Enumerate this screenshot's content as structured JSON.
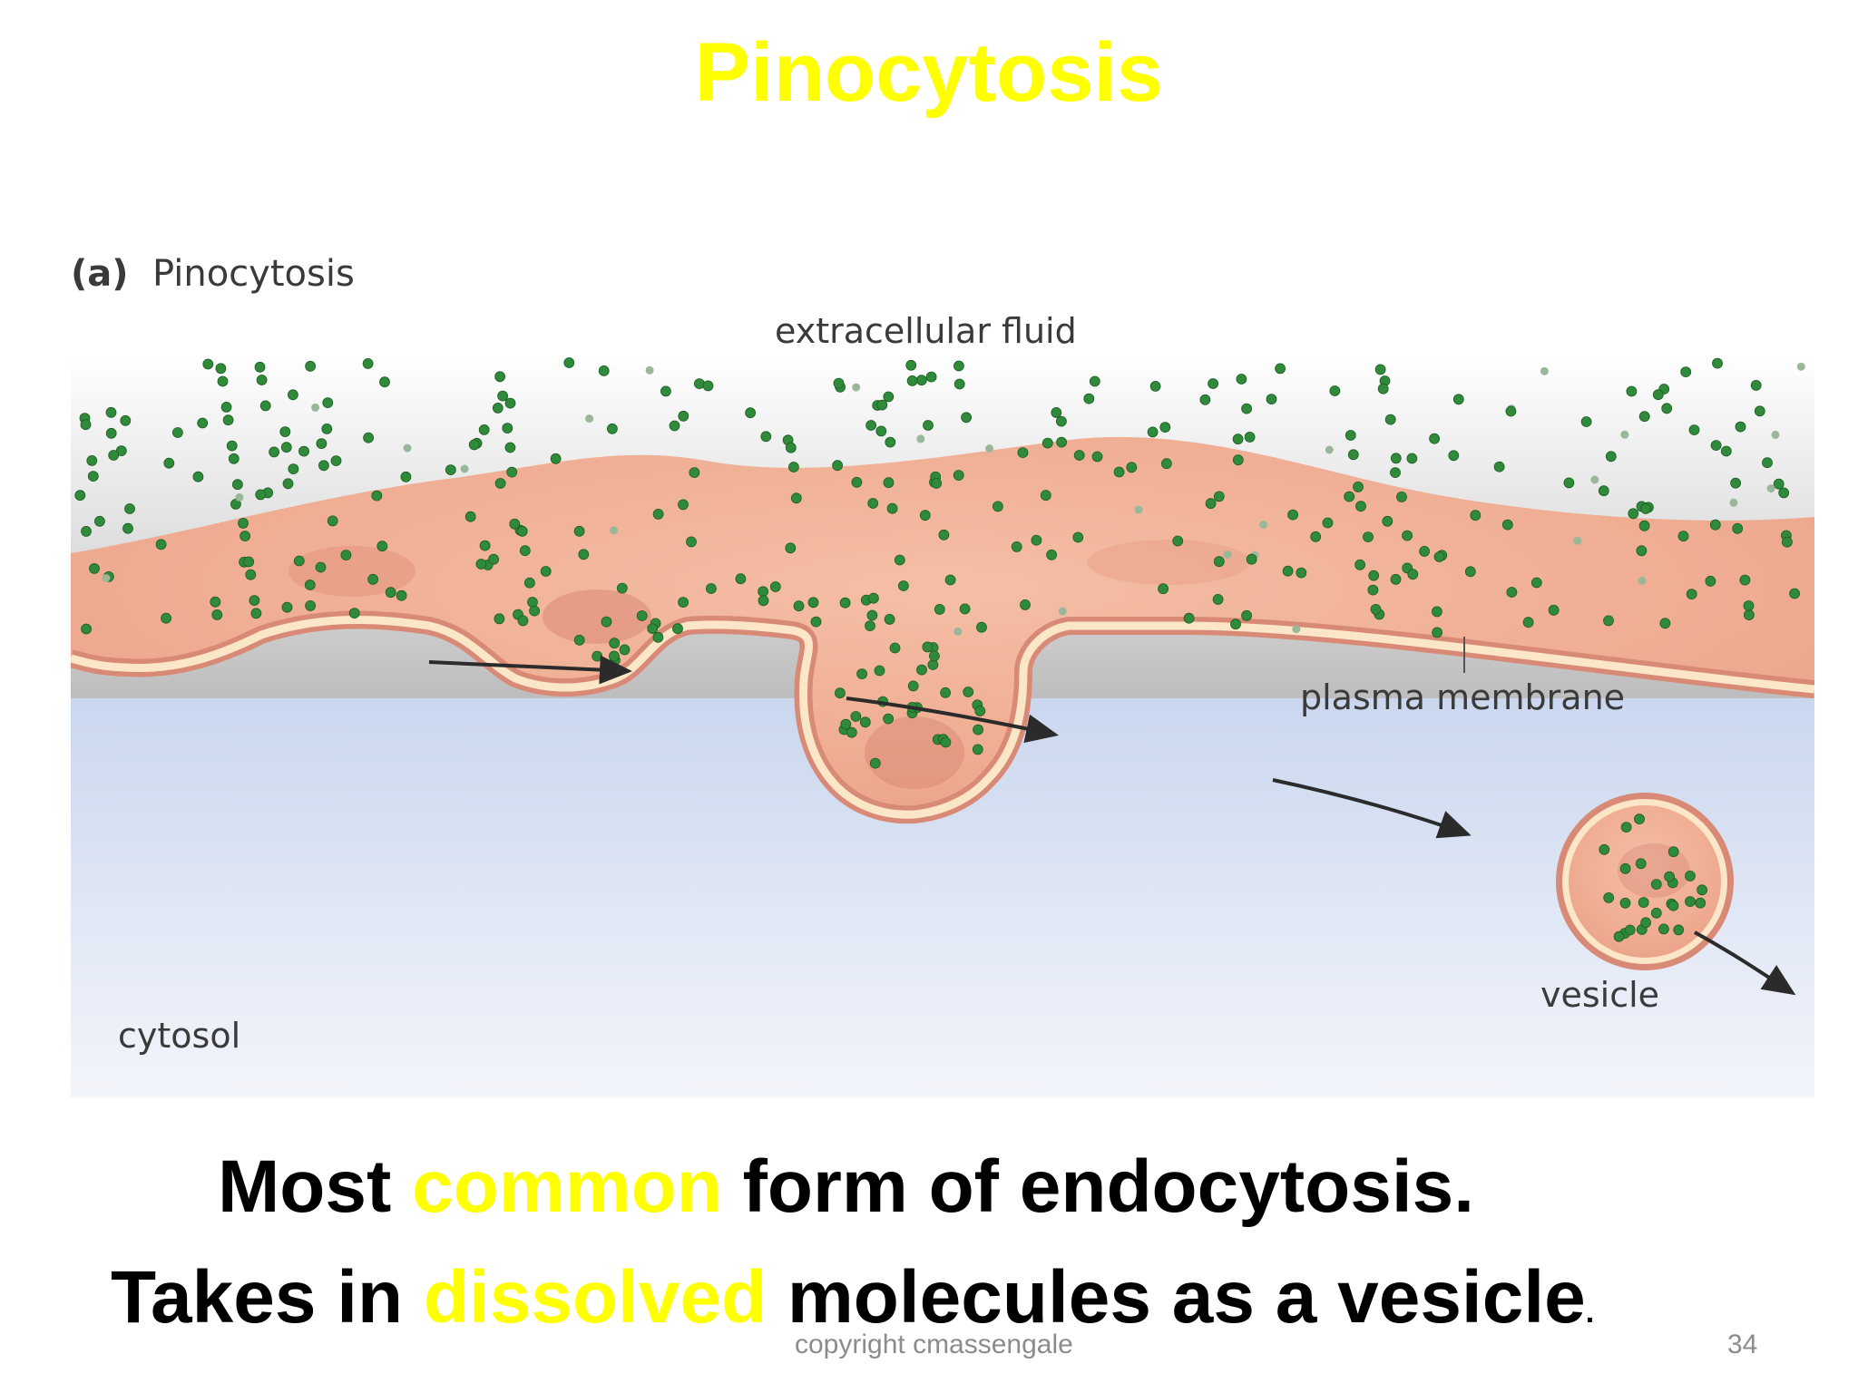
{
  "slide": {
    "title": "Pinocytosis",
    "caption_line1": {
      "part1": "Most ",
      "highlight": "common",
      "part2": " form of endocytosis."
    },
    "caption_line2": {
      "part1": "Takes in ",
      "highlight": "dissolved",
      "part2": " molecules as a vesicle",
      "tail": "."
    },
    "footer": "copyright cmassengale",
    "page_number": "34"
  },
  "figure": {
    "panel_letter": "(a)",
    "panel_title": "Pinocytosis",
    "labels": {
      "extracellular": "extracellular fluid",
      "membrane": "plasma membrane",
      "vesicle": "vesicle",
      "cytosol": "cytosol"
    },
    "colors": {
      "highlight": "#ffff00",
      "fluid_tissue": "#f2b49c",
      "membrane_edge": "#d98a76",
      "membrane_core": "#fbe6c8",
      "cytosol_top": "#b6c8e8",
      "cytosol_bottom": "#f3f5fb",
      "molecule": "#2f8a3a",
      "arrow": "#2b2b2b"
    },
    "icons": [
      "solute-molecule",
      "process-arrow"
    ]
  }
}
